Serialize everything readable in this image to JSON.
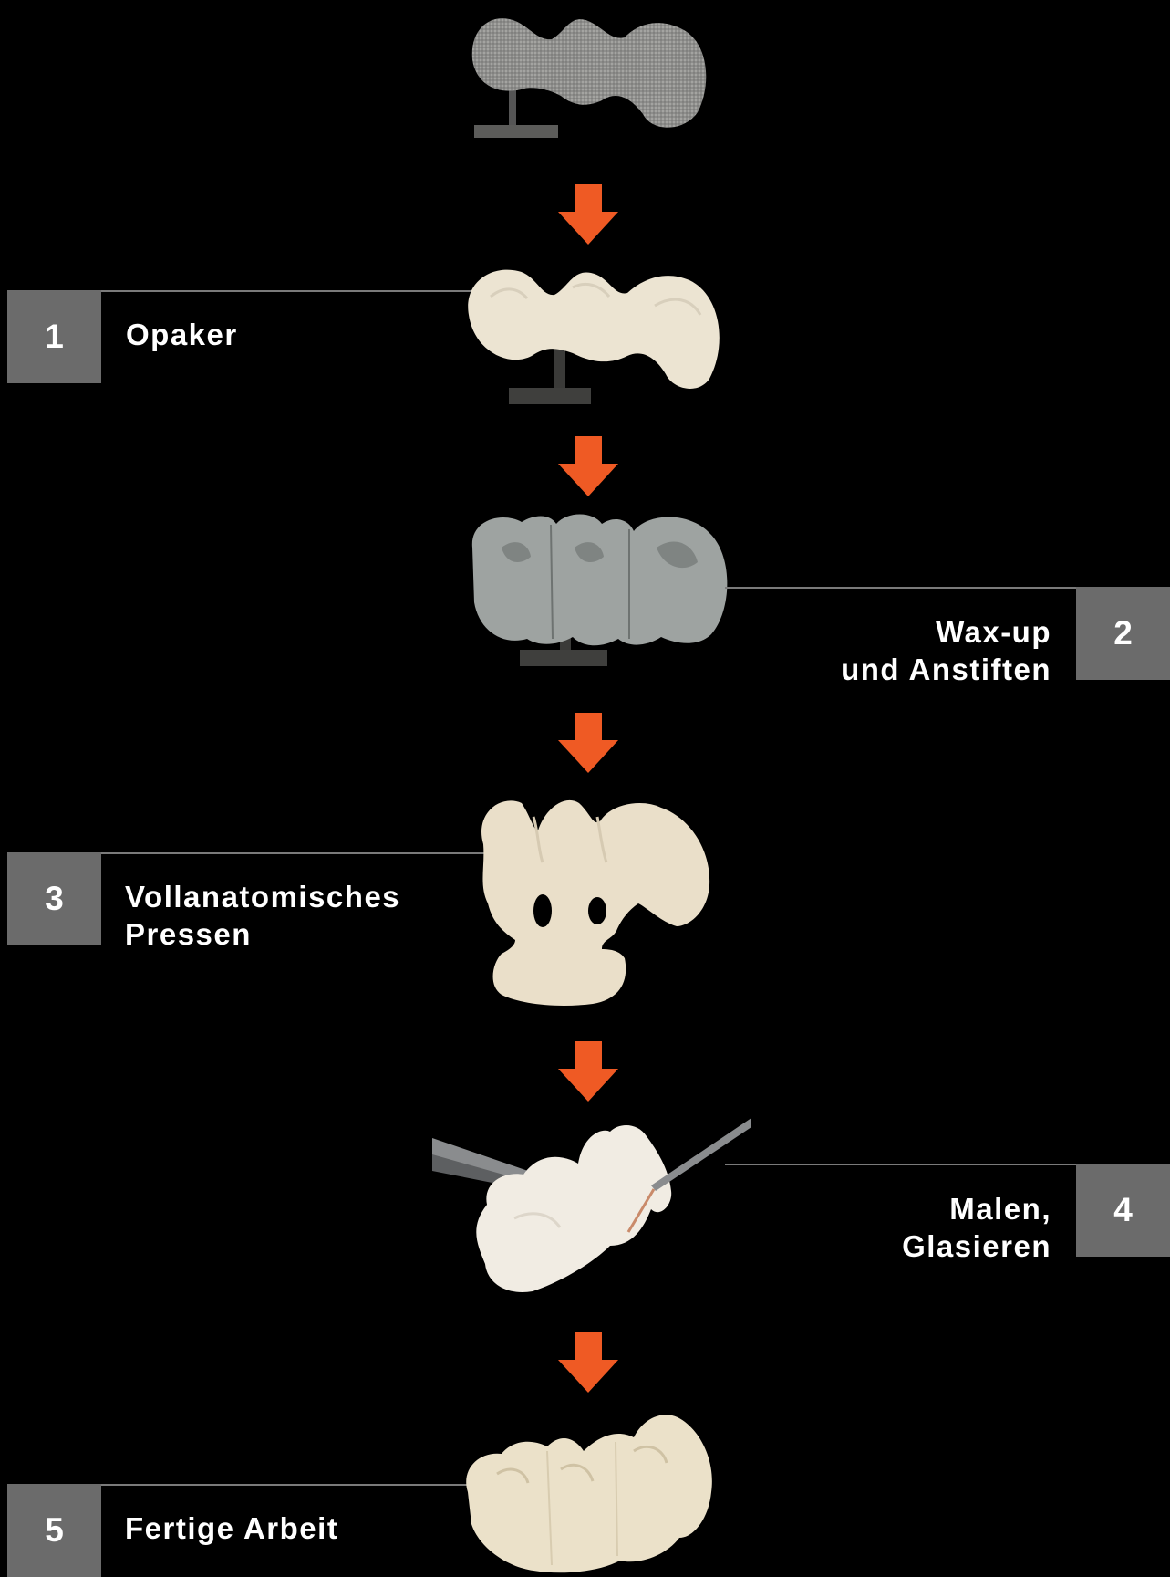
{
  "colors": {
    "background": "#000000",
    "badge": "#6b6b6b",
    "arrow": "#ef5a24",
    "leader_line": "#7a7a7a"
  },
  "steps": [
    {
      "number": "1",
      "label": "Opaker"
    },
    {
      "number": "2",
      "label": "Wax-up\nund Anstiften"
    },
    {
      "number": "3",
      "label": "Vollanatomisches\nPressen"
    },
    {
      "number": "4",
      "label": "Malen,\nGlasieren"
    },
    {
      "number": "5",
      "label": "Fertige Arbeit"
    }
  ],
  "images": [
    {
      "name": "metal-framework",
      "depicts": "metal bridge framework on sprue"
    },
    {
      "name": "opaque-framework",
      "depicts": "opaque-coated bridge framework"
    },
    {
      "name": "wax-up",
      "depicts": "grey wax-up bridge on sprue"
    },
    {
      "name": "pressed-bridge",
      "depicts": "full-anatomical pressed ceramic bridge with sprues"
    },
    {
      "name": "painting-glazing",
      "depicts": "bridge held by tweezers being painted with brush"
    },
    {
      "name": "finished-bridge",
      "depicts": "finished ceramic bridge"
    }
  ],
  "arrow_icon": "down-arrow-icon"
}
